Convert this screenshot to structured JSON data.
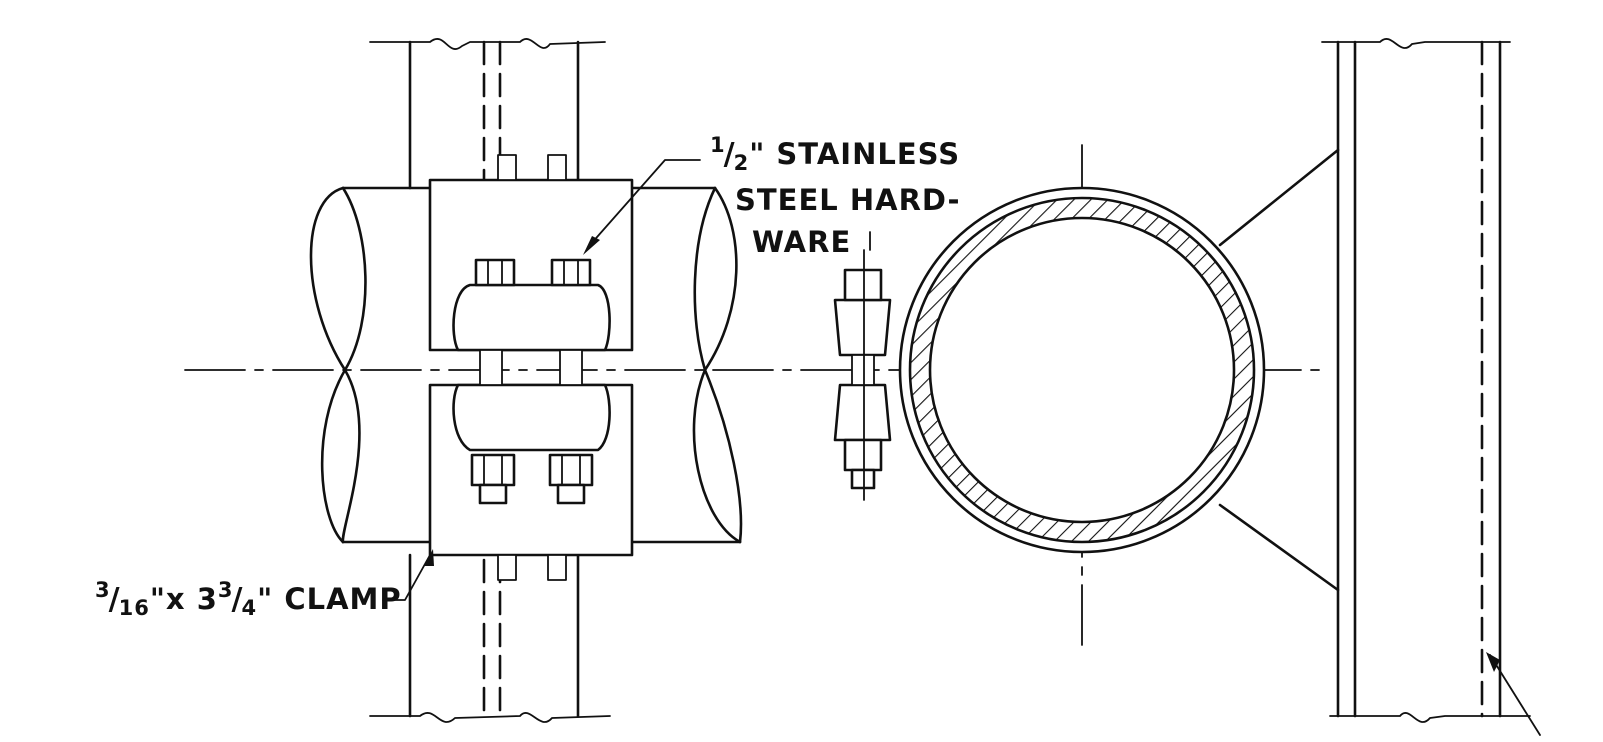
{
  "labels": {
    "hardware": {
      "frac_num": "1",
      "frac_den": "2",
      "line1_rest": "\" STAINLESS",
      "line2": "STEEL HARD-",
      "line3": "WARE"
    },
    "clamp": {
      "frac1_num": "3",
      "frac1_den": "16",
      "mid": "\"x 3",
      "frac2_num": "3",
      "frac2_den": "4",
      "rest": "\" CLAMP"
    }
  },
  "colors": {
    "ink": "#111111",
    "paper": "#ffffff"
  }
}
